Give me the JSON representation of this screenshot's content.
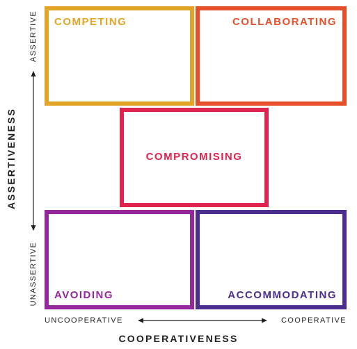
{
  "quadrants": {
    "competing": "COMPETING",
    "collaborating": "COLLABORATING",
    "compromising": "COMPROMISING",
    "avoiding": "AVOIDING",
    "accommodating": "ACCOMMODATING"
  },
  "y_axis": {
    "title": "ASSERTIVENESS",
    "high": "ASSERTIVE",
    "low": "UNASSERTIVE"
  },
  "x_axis": {
    "title": "COOPERATIVENESS",
    "low": "UNCOOPERATIVE",
    "high": "COOPERATIVE"
  },
  "colors": {
    "competing": "#E2A526",
    "collaborating": "#E5502B",
    "compromising": "#E12350",
    "avoiding": "#94279C",
    "accommodating": "#4B2E8F",
    "axis": "#231F20"
  }
}
